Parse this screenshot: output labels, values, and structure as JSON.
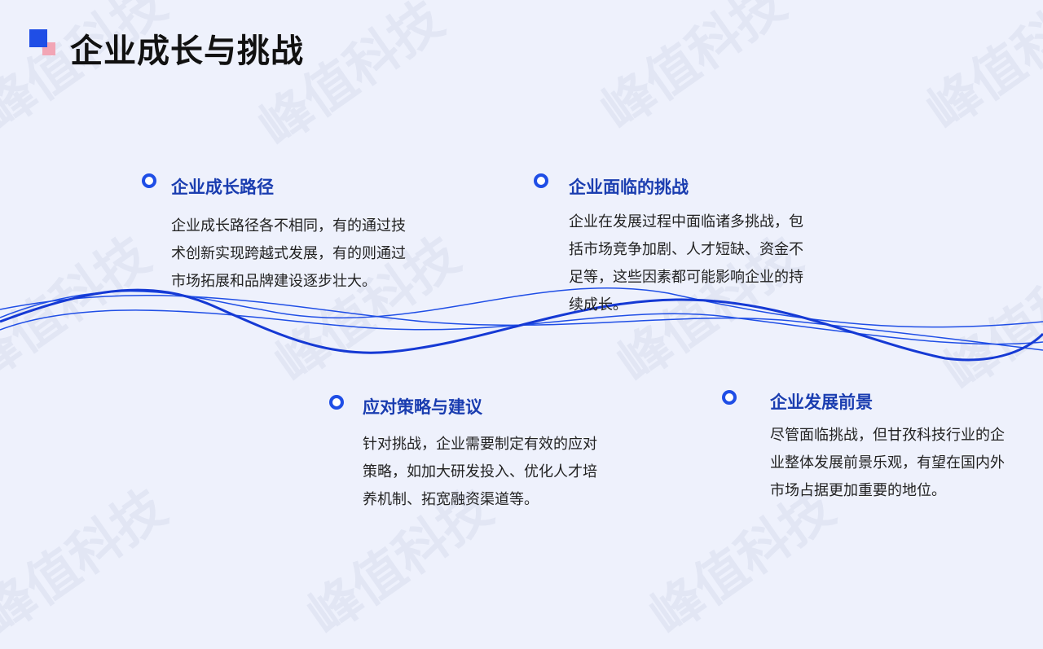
{
  "page": {
    "title": "企业成长与挑战"
  },
  "watermark": {
    "text": "峰值科技"
  },
  "sections": [
    {
      "title": "企业成长路径",
      "text": "企业成长路径各不相同，有的通过技术创新实现跨越式发展，有的则通过市场拓展和品牌建设逐步壮大。"
    },
    {
      "title": "企业面临的挑战",
      "text": "企业在发展过程中面临诸多挑战，包括市场竞争加剧、人才短缺、资金不足等，这些因素都可能影响企业的持续成长。"
    },
    {
      "title": "应对策略与建议",
      "text": "针对挑战，企业需要制定有效的应对策略，如加大研发投入、优化人才培养机制、拓宽融资渠道等。"
    },
    {
      "title": "企业发展前景",
      "text": "尽管面临挑战，但甘孜科技行业的企业整体发展前景乐观，有望在国内外市场占据更加重要的地位。"
    }
  ],
  "colors": {
    "accent": "#1f4ee6",
    "title_blue": "#1a3db0",
    "accent_pink": "#f2a5b5",
    "background": "#eef1fc"
  }
}
